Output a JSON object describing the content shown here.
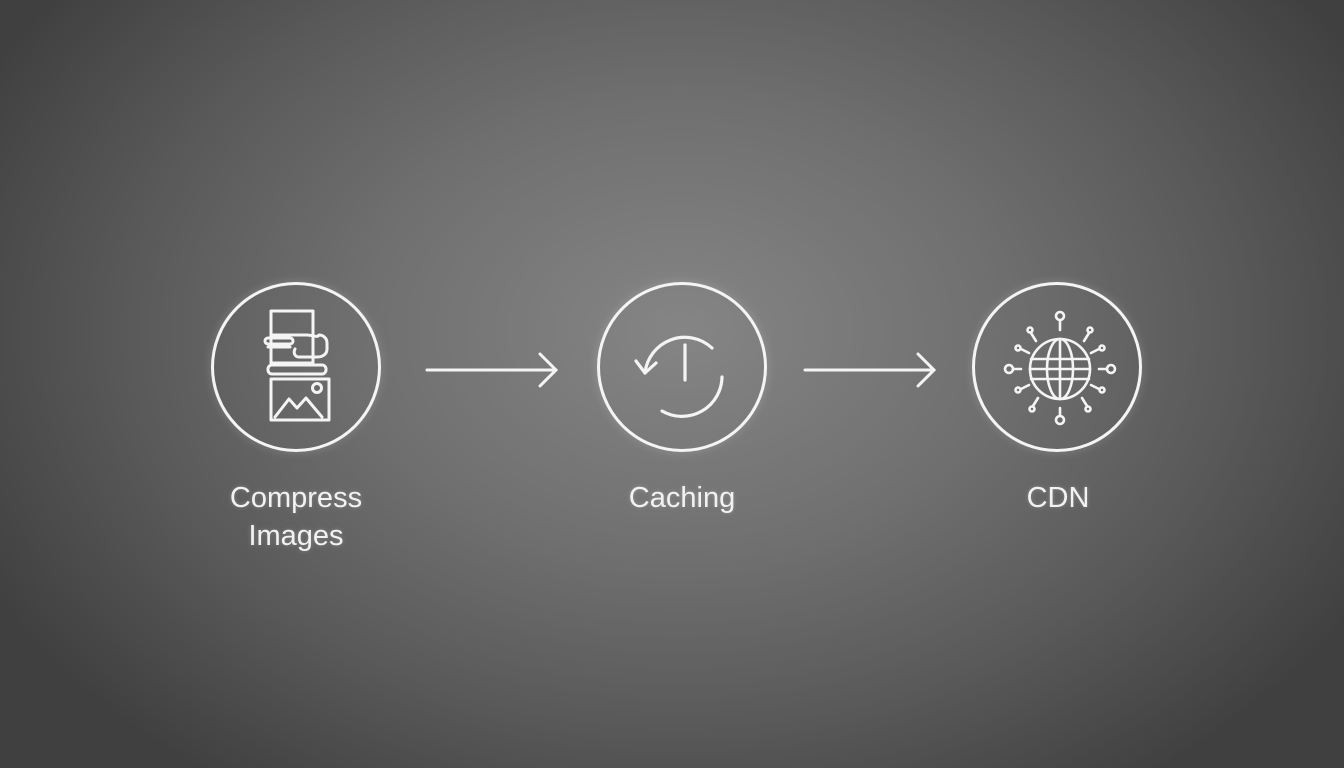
{
  "diagram": {
    "type": "process-flow",
    "steps": [
      {
        "label_line1": "Compress",
        "label_line2": "Images",
        "icon": "compress-image-icon"
      },
      {
        "label_line1": "Caching",
        "icon": "cache-refresh-icon"
      },
      {
        "label_line1": "CDN",
        "icon": "globe-network-icon"
      }
    ],
    "connectors": [
      "arrow-right",
      "arrow-right"
    ],
    "colors": {
      "stroke": "#f4f4f4",
      "text": "#f2f2f2",
      "background_center": "#858585",
      "background_edge": "#404040"
    }
  }
}
